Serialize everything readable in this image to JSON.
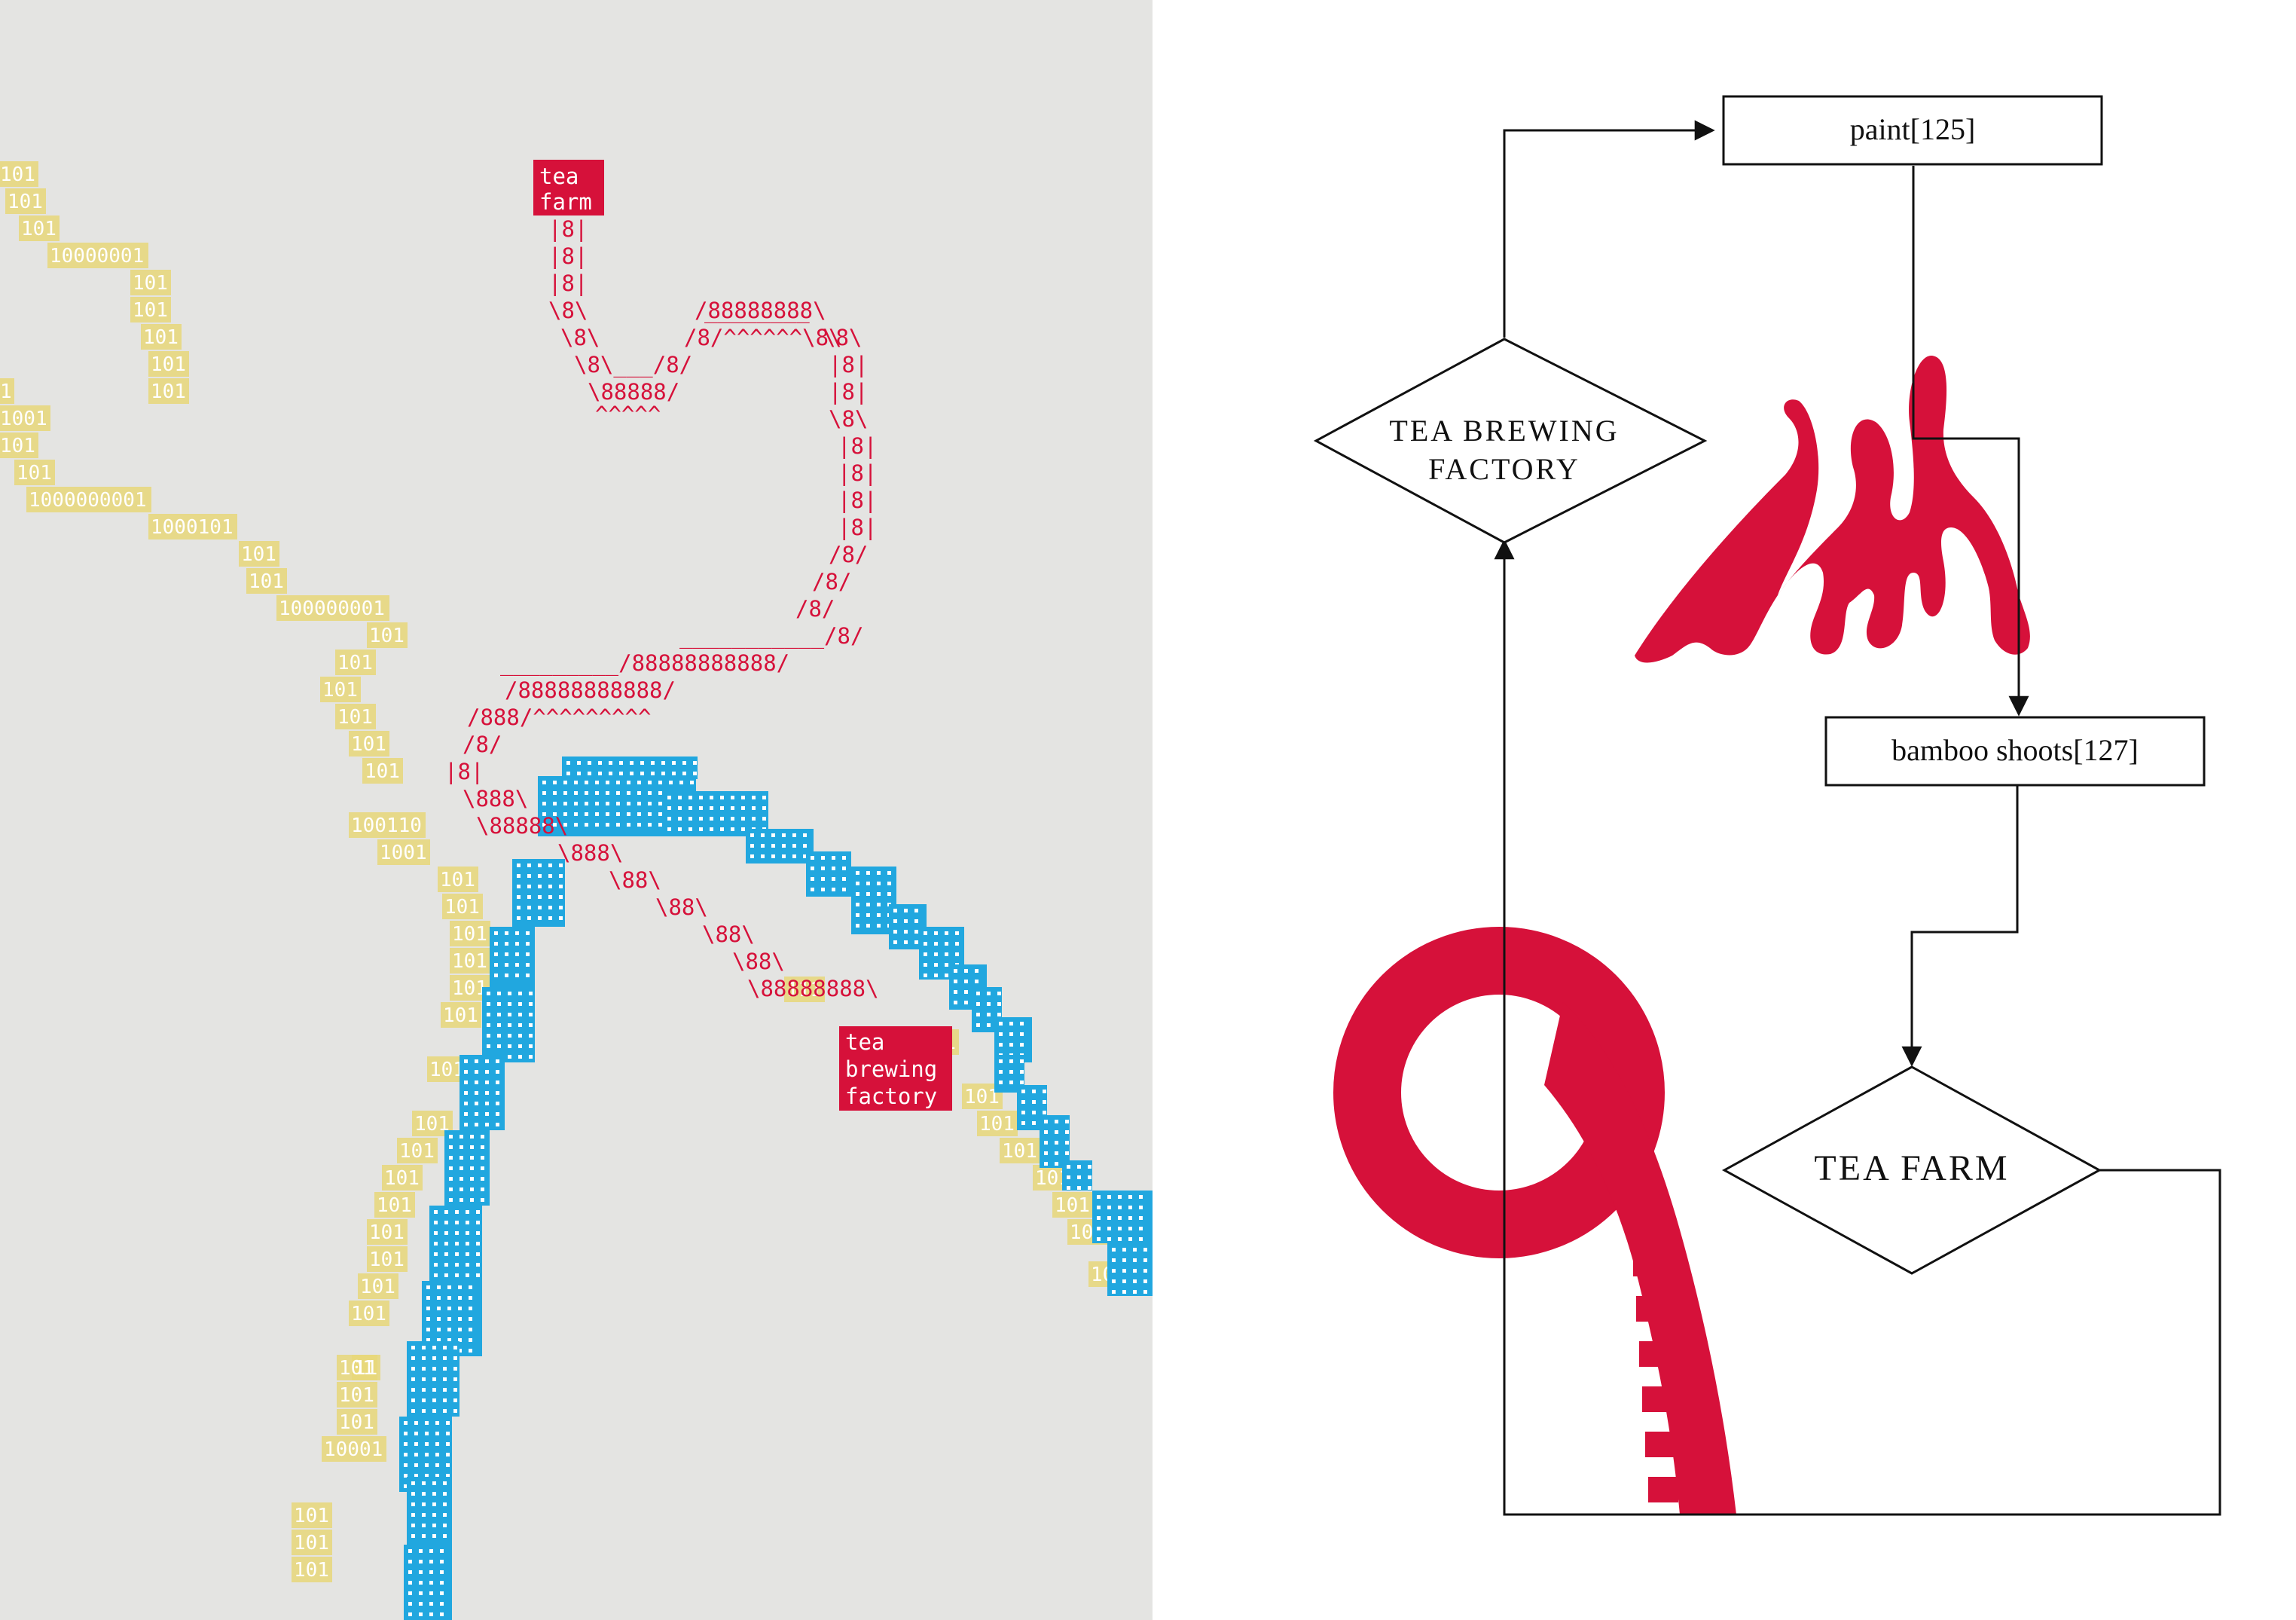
{
  "left_panel": {
    "labels": {
      "tea_farm": [
        "tea",
        "farm"
      ],
      "tea_brewing_factory": [
        "tea",
        "brewing",
        "factory"
      ]
    },
    "ascii_red": [
      "|8|",
      "|8|",
      "|8|",
      "\\8\\",
      "\\8\\",
      "\\8\\___/8/",
      "\\88888/",
      "^^^^^",
      "________",
      "/88888888\\",
      "/8/^^^^^^\\8\\",
      "\\8\\",
      "|8|",
      "|8|",
      "\\8\\",
      "|8|",
      "|8|",
      "|8|",
      "|8|",
      "/8/",
      "/8/",
      "/8/",
      "___________/8/",
      "_________/88888888888/",
      "/88888888888/",
      "/888/^^^^^^^^^",
      "/8/",
      "|8|",
      "\\888\\",
      "\\88888\\",
      "\\888\\",
      "\\88\\",
      "\\88\\",
      "\\88\\",
      "\\88\\",
      "\\88888888\\"
    ],
    "binary_left": [
      "101",
      "101",
      "101",
      "10000001",
      "101",
      "101",
      "101",
      "101",
      "101",
      "1",
      "1001",
      "101",
      "101",
      "1000000001",
      "1000101",
      "101",
      "101",
      "100000001",
      "101",
      "101",
      "101",
      "101",
      "101",
      "101",
      "100110",
      "1001",
      "101",
      "101",
      "101",
      "101",
      "101",
      "101",
      "101",
      "101",
      "101",
      "101",
      "101",
      "101",
      "101",
      "101",
      "101",
      "101",
      "101",
      "101",
      "10001",
      "101",
      "101",
      "101",
      "11",
      "111"
    ],
    "binary_right": [
      "101",
      "101",
      "101",
      "101",
      "101",
      "101",
      "101",
      "101"
    ],
    "colors": {
      "background": "#e4e4e2",
      "red": "#d6113a",
      "yellow": "#e8d779",
      "blue": "#21a7df",
      "white": "#ffffff"
    }
  },
  "right_panel": {
    "nodes": {
      "paint": "paint[125]",
      "bamboo": "bamboo shoots[127]",
      "factory_line1": "TEA BREWING",
      "factory_line2": "FACTORY",
      "farm": "TEA FARM"
    },
    "colors": {
      "line": "#111111",
      "red": "#d6113a",
      "box_fill": "#ffffff"
    }
  }
}
